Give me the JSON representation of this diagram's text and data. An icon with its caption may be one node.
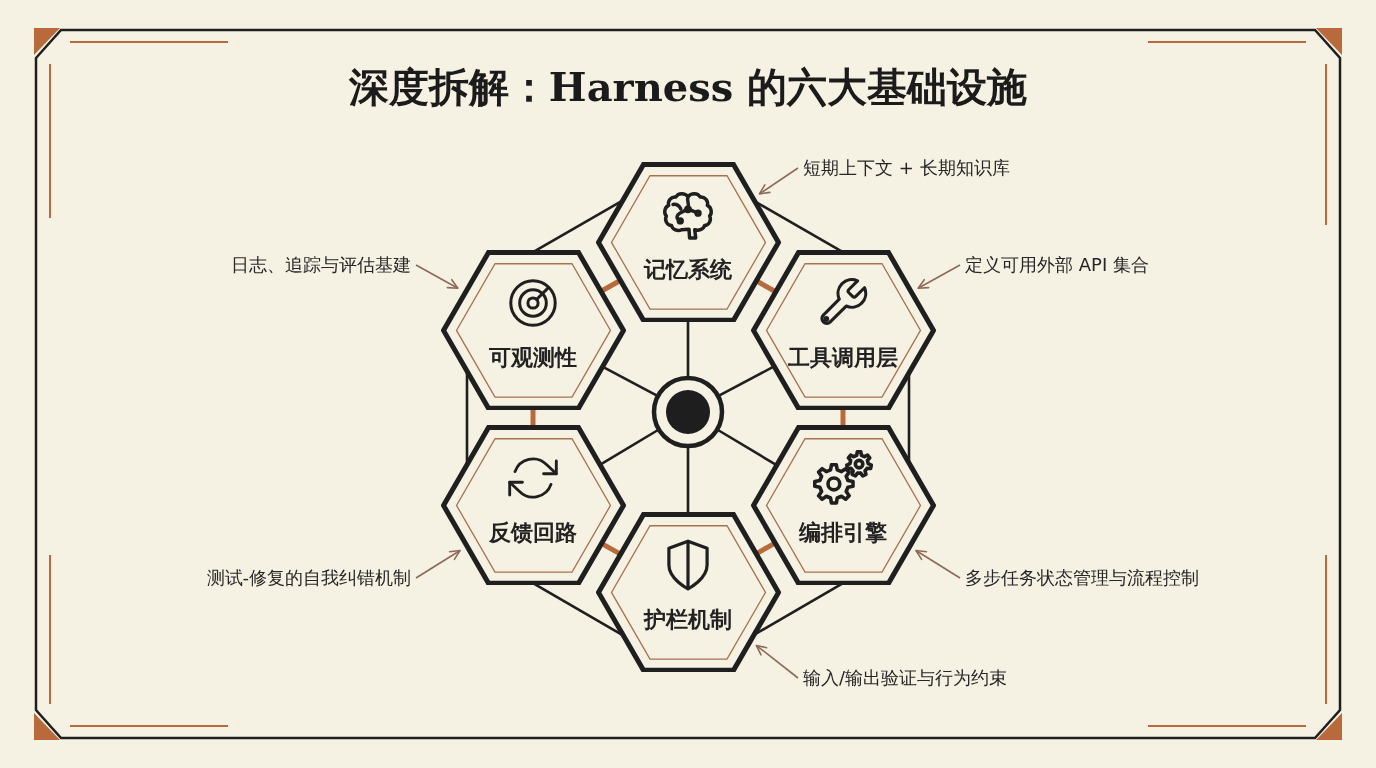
{
  "diagram": {
    "title": "深度拆解：Harness 的六大基础设施",
    "nodes": [
      {
        "text": [
          "记忆系统"
        ]
      },
      {
        "text": [
          "可观测性"
        ]
      },
      {
        "text": [
          "工具调用层"
        ]
      },
      {
        "text": [],
        "shape": "circle"
      },
      {
        "text": [
          "反馈回路"
        ]
      },
      {
        "text": [
          "编排引擎"
        ]
      },
      {
        "text": [
          "护栏机制"
        ]
      },
      {
        "text": [
          "短期上下文 + 长期知识库"
        ]
      },
      {
        "text": [
          "日志、追踪与评估基建"
        ]
      },
      {
        "text": [
          "定义可用外部 API 集合"
        ]
      },
      {
        "text": [
          "测试-修复的自我纠错机制"
        ]
      },
      {
        "text": [
          "多步任务状态管理与流程控制"
        ]
      },
      {
        "text": [
          "输入/输出验证与行为约束"
        ]
      }
    ],
    "edges": [
      {
        "from": 3,
        "to": 0,
        "arrow": "none"
      },
      {
        "from": 3,
        "to": 1,
        "arrow": "none"
      },
      {
        "from": 3,
        "to": 2,
        "arrow": "none"
      },
      {
        "from": 3,
        "to": 4,
        "arrow": "none"
      },
      {
        "from": 3,
        "to": 5,
        "arrow": "none"
      },
      {
        "from": 3,
        "to": 6,
        "arrow": "none"
      },
      {
        "from": 0,
        "to": 2,
        "arrow": "none"
      },
      {
        "from": 2,
        "to": 5,
        "arrow": "none"
      },
      {
        "from": 5,
        "to": 6,
        "arrow": "none"
      },
      {
        "from": 6,
        "to": 4,
        "arrow": "none"
      },
      {
        "from": 4,
        "to": 1,
        "arrow": "none"
      },
      {
        "from": 1,
        "to": 0,
        "arrow": "none"
      },
      {
        "from": 0,
        "to": 2,
        "arrow": "none",
        "style": "thick",
        "color": "#b86a3c"
      },
      {
        "from": 2,
        "to": 5,
        "arrow": "none",
        "style": "thick",
        "color": "#b86a3c"
      },
      {
        "from": 5,
        "to": 6,
        "arrow": "none",
        "style": "thick",
        "color": "#b86a3c"
      },
      {
        "from": 6,
        "to": 4,
        "arrow": "none",
        "style": "thick",
        "color": "#b86a3c"
      },
      {
        "from": 4,
        "to": 1,
        "arrow": "none",
        "style": "thick",
        "color": "#b86a3c"
      },
      {
        "from": 1,
        "to": 0,
        "arrow": "none",
        "style": "thick",
        "color": "#b86a3c"
      },
      {
        "from": 7,
        "to": 0,
        "arrow": "to",
        "color": "#8c6b58"
      },
      {
        "from": 8,
        "to": 1,
        "arrow": "to",
        "color": "#8c6b58"
      },
      {
        "from": 9,
        "to": 2,
        "arrow": "to",
        "color": "#8c6b58"
      },
      {
        "from": 10,
        "to": 4,
        "arrow": "to",
        "color": "#8c6b58"
      },
      {
        "from": 11,
        "to": 5,
        "arrow": "to",
        "color": "#8c6b58"
      },
      {
        "from": 12,
        "to": 6,
        "arrow": "to",
        "color": "#8c6b58"
      }
    ]
  }
}
